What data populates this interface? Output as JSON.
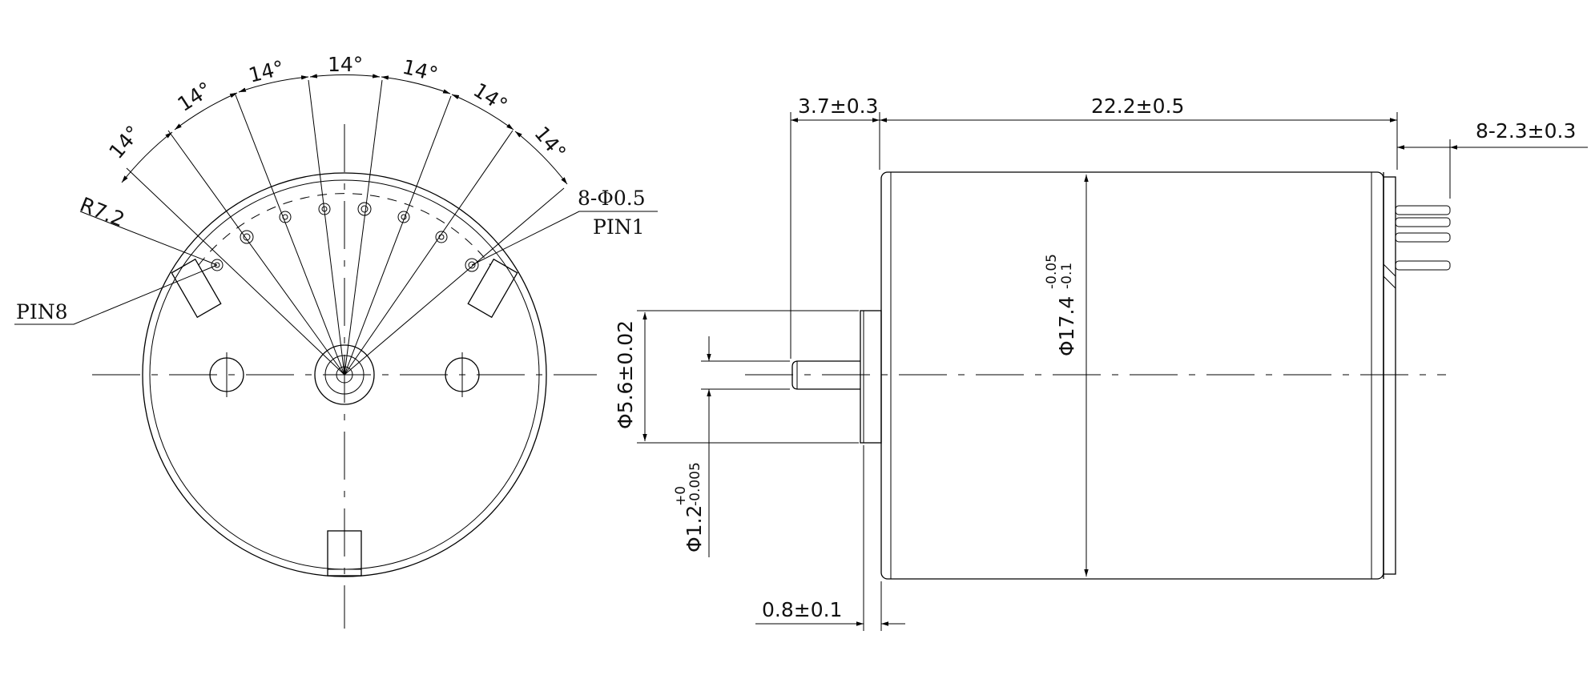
{
  "end_view": {
    "angle_label": "14°",
    "radius_label": "R7.2",
    "pin_hole_label": "8-Φ0.5",
    "pin1_label": "PIN1",
    "pin8_label": "PIN8"
  },
  "side_view": {
    "dim_shaft_length": "3.7±0.3",
    "dim_body_length": "22.2±0.5",
    "dim_pin_length": "8-2.3±0.3",
    "dim_body_diameter_base": "Φ17.4",
    "dim_body_diameter_upper_tol": "-0.05",
    "dim_body_diameter_lower_tol": "-0.1",
    "dim_boss_diameter": "Φ5.6±0.02",
    "dim_shaft_diameter_base": "Φ1.2",
    "dim_shaft_diameter_upper_tol": "+0",
    "dim_shaft_diameter_lower_tol": "-0.005",
    "dim_flange_thickness": "0.8±0.1"
  }
}
